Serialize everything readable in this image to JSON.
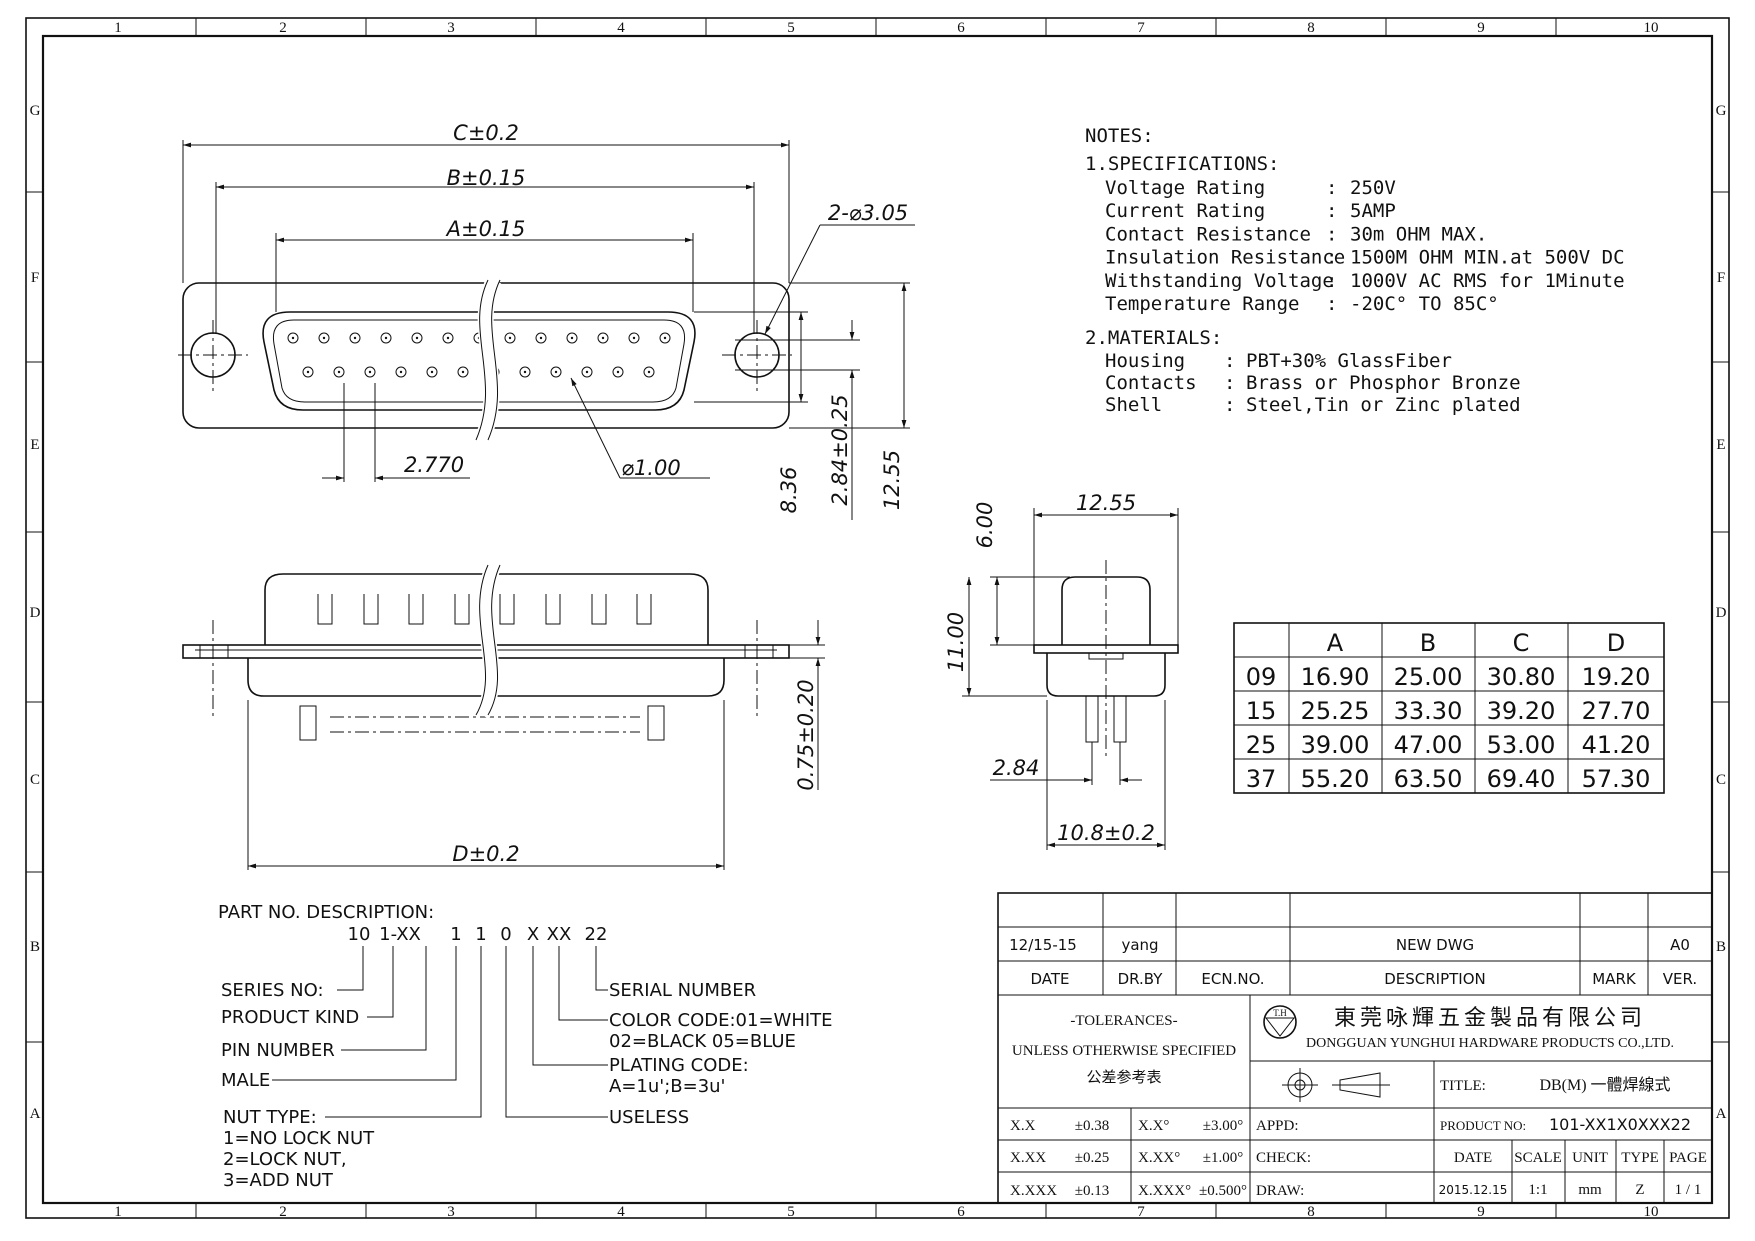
{
  "frame": {
    "col_labels": [
      "1",
      "2",
      "3",
      "4",
      "5",
      "6",
      "7",
      "8",
      "9",
      "10"
    ],
    "row_labels": [
      "G",
      "F",
      "E",
      "D",
      "C",
      "B",
      "A"
    ]
  },
  "top_view": {
    "dim_c": "C±0.2",
    "dim_b": "B±0.15",
    "dim_a": "A±0.15",
    "mount_holes": "2-⌀3.05",
    "pitch": "2.770",
    "pin_dia": "⌀1.00",
    "dim_836": "8.36",
    "dim_284_025": "2.84±0.25",
    "dim_1255": "12.55"
  },
  "front_view": {
    "dim_d": "D±0.2",
    "dim_075": "0.75±0.20"
  },
  "side_view": {
    "dim_width": "12.55",
    "dim_600": "6.00",
    "dim_1100": "11.00",
    "dim_284": "2.84",
    "dim_108": "10.8±0.2"
  },
  "notes": {
    "heading": "NOTES:",
    "spec_heading": "1.SPECIFICATIONS:",
    "specs": [
      {
        "label": "Voltage Rating",
        "sep": ":",
        "value": "250V"
      },
      {
        "label": "Current Rating",
        "sep": ":",
        "value": "5AMP"
      },
      {
        "label": "Contact Resistance",
        "sep": ":",
        "value": "30m OHM MAX."
      },
      {
        "label": "Insulation Resistance",
        "sep": ":",
        "value": "1500M OHM MIN.at 500V DC"
      },
      {
        "label": "Withstanding Voltage",
        "sep": ":",
        "value": "1000V AC RMS for 1Minute"
      },
      {
        "label": "Temperature Range",
        "sep": ":",
        "value": "-20C° TO 85C°"
      }
    ],
    "mat_heading": "2.MATERIALS:",
    "materials": [
      {
        "label": "Housing",
        "sep": ":",
        "value": "PBT+30% GlassFiber"
      },
      {
        "label": "Contacts",
        "sep": ":",
        "value": "Brass or Phosphor Bronze"
      },
      {
        "label": "Shell",
        "sep": ":",
        "value": "Steel,Tin or Zinc plated"
      }
    ]
  },
  "dim_table": {
    "headers": [
      "",
      "A",
      "B",
      "C",
      "D"
    ],
    "rows": [
      [
        "09",
        "16.90",
        "25.00",
        "30.80",
        "19.20"
      ],
      [
        "15",
        "25.25",
        "33.30",
        "39.20",
        "27.70"
      ],
      [
        "25",
        "39.00",
        "47.00",
        "53.00",
        "41.20"
      ],
      [
        "37",
        "55.20",
        "63.50",
        "69.40",
        "57.30"
      ]
    ]
  },
  "part_no": {
    "heading": "PART NO. DESCRIPTION:",
    "code": [
      "10",
      "1-XX",
      "1",
      "1",
      "0",
      "X",
      "XX",
      "22"
    ],
    "left_labels": [
      "SERIES NO:",
      "PRODUCT KIND",
      "PIN NUMBER",
      "MALE",
      "NUT TYPE:",
      "1=NO LOCK NUT",
      "2=LOCK NUT,",
      "3=ADD NUT"
    ],
    "right_labels": [
      "SERIAL NUMBER",
      "COLOR CODE:01=WHITE",
      "02=BLACK 05=BLUE",
      "PLATING CODE:",
      "A=1u';B=3u'",
      "USELESS"
    ]
  },
  "title_block": {
    "rev_date": "12/15-15",
    "rev_by": "yang",
    "rev_desc": "NEW DWG",
    "rev_ver": "A0",
    "hdr_date": "DATE",
    "hdr_drby": "DR.BY",
    "hdr_ecn": "ECN.NO.",
    "hdr_desc": "DESCRIPTION",
    "hdr_mark": "MARK",
    "hdr_ver": "VER.",
    "tol_1": "-TOLERANCES-",
    "tol_2": "UNLESS OTHERWISE SPECIFIED",
    "tol_3": "公差参考表",
    "logo_text": "T.H",
    "company_cn": "東莞咏輝五金製品有限公司",
    "company_en": "DONGGUAN YUNGHUI HARDWARE PRODUCTS CO.,LTD.",
    "title_label": "TITLE:",
    "title_value": "DB(M) 一體焊線式",
    "tol_rows": [
      [
        "X.X",
        "±0.38",
        "X.X°",
        "±3.00°"
      ],
      [
        "X.XX",
        "±0.25",
        "X.XX°",
        "±1.00°"
      ],
      [
        "X.XXX",
        "±0.13",
        "X.XXX°",
        "±0.500°"
      ]
    ],
    "appd": "APPD:",
    "check": "CHECK:",
    "draw": "DRAW:",
    "product_label": "PRODUCT NO:",
    "product_value": "101-XX1X0XXX22",
    "date_h": "DATE",
    "scale_h": "SCALE",
    "unit_h": "UNIT",
    "type_h": "TYPE",
    "page_h": "PAGE",
    "date_v": "2015.12.15",
    "scale_v": "1:1",
    "unit_v": "mm",
    "type_v": "Z",
    "page_v": "1 / 1"
  }
}
